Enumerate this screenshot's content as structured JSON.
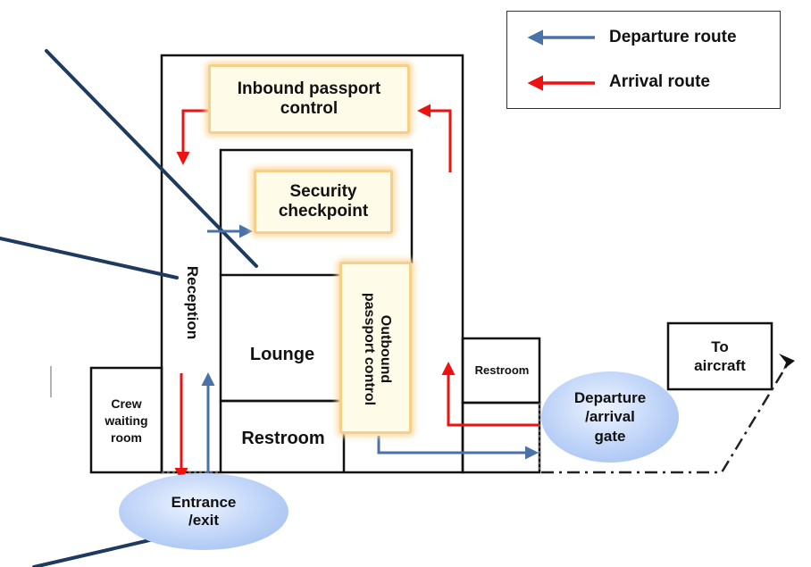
{
  "legend": {
    "departure_label": "Departure route",
    "arrival_label": "Arrival route",
    "departure_color": "#4a72a8",
    "arrival_color": "#ee1111"
  },
  "areas": {
    "inbound_passport_control": [
      "Inbound passport",
      "control"
    ],
    "security_checkpoint": [
      "Security",
      "checkpoint"
    ],
    "reception": "Reception",
    "lounge": "Lounge",
    "outbound_passport_control": [
      "Outbound",
      "passport control"
    ],
    "restroom_main": "Restroom",
    "restroom_side": "Restroom",
    "crew_waiting_room": [
      "Crew",
      "waiting",
      "room"
    ],
    "entrance_exit": [
      "Entrance",
      "/exit"
    ],
    "departure_arrival_gate": [
      "Departure",
      "/arrival",
      "gate"
    ],
    "to_aircraft": [
      "To",
      "aircraft"
    ]
  }
}
